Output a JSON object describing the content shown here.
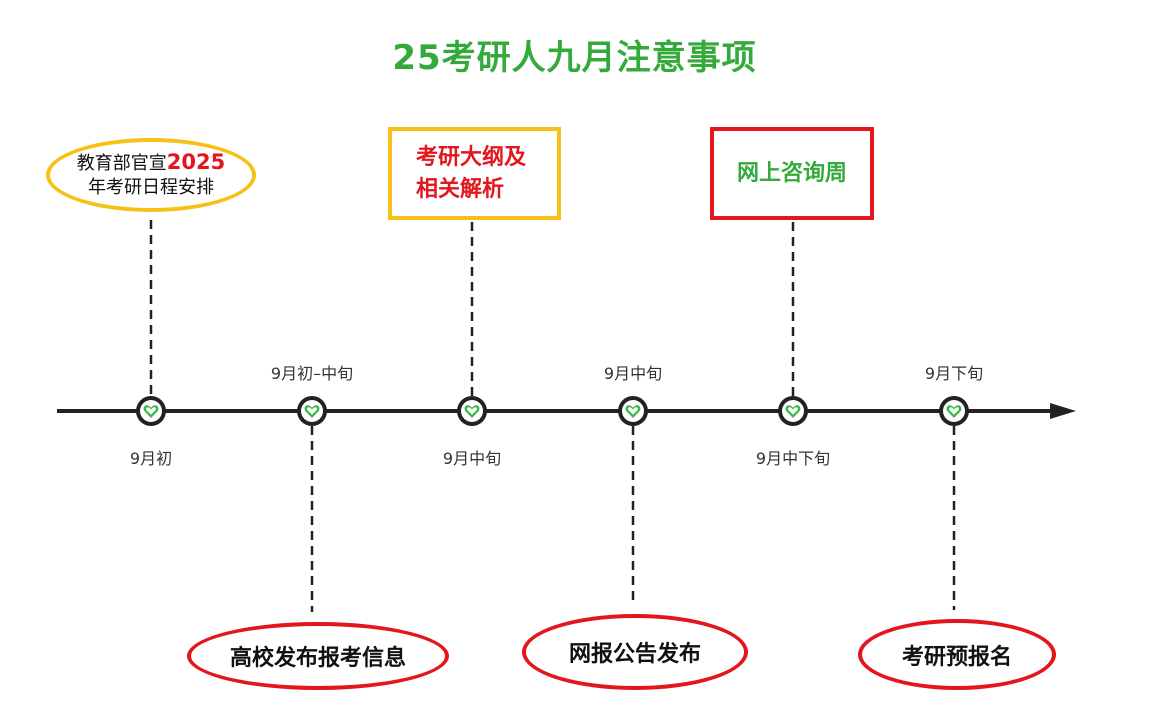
{
  "title": "25考研人九月注意事项",
  "colors": {
    "title_green": "#33aa3a",
    "accent_red": "#e3161d",
    "accent_yellow": "#f5c116",
    "heart_green": "#3cb84a",
    "line_black": "#222222"
  },
  "timeline_labels": {
    "above": [
      "9月初–中旬",
      "9月中旬",
      "9月下旬"
    ],
    "below": [
      "9月初",
      "9月中旬",
      "9月中下旬"
    ]
  },
  "events": {
    "top": {
      "ministry_line1": "教育部官宣",
      "ministry_year": "2025",
      "ministry_line2": "年考研日程安排",
      "syllabus_line1": "考研大纲及",
      "syllabus_line2": "相关解析",
      "consult_week": "网上咨询周"
    },
    "bottom": {
      "school_info": "高校发布报考信息",
      "registration_notice": "网报公告发布",
      "pre_registration": "考研预报名"
    }
  },
  "icons": {
    "node": "heart-icon",
    "arrow": "arrow-right-icon"
  }
}
